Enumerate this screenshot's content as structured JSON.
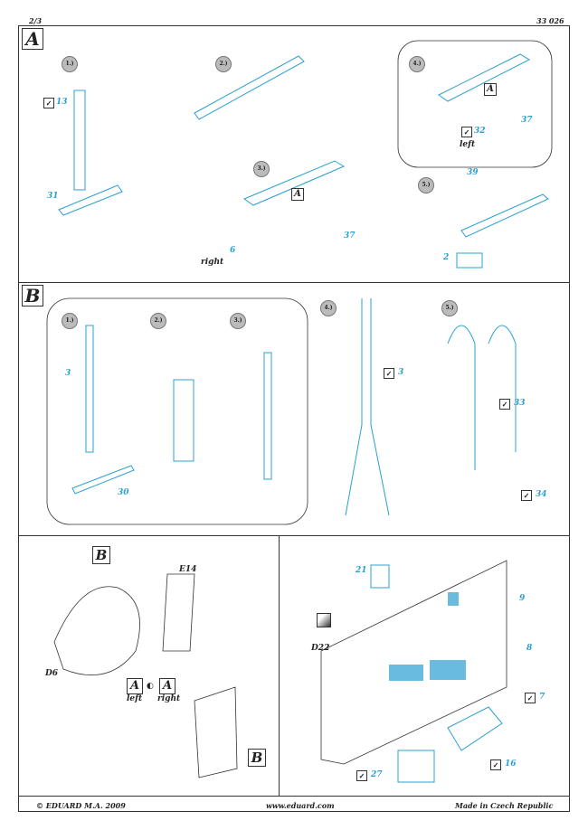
{
  "header": {
    "page": "2/3",
    "code": "33 026"
  },
  "sections": {
    "a": "A",
    "b": "B"
  },
  "section_a": {
    "steps": [
      "1.)",
      "2.)",
      "3.)",
      "4.)",
      "5.)"
    ],
    "parts": {
      "p13": "13",
      "p31": "31",
      "p6": "6",
      "right": "right",
      "p37a": "37",
      "ref_a1": "A",
      "ref_a2": "A",
      "p32": "32",
      "left": "left",
      "p37b": "37",
      "p39": "39",
      "p2": "2"
    }
  },
  "section_b": {
    "steps": [
      "1.)",
      "2.)",
      "3.)",
      "4.)",
      "5.)"
    ],
    "parts": {
      "p3a": "3",
      "p30": "30",
      "p3b": "3",
      "p33": "33",
      "p34": "34"
    }
  },
  "section_c": {
    "ref_b1": "B",
    "e14": "E14",
    "d6": "D6",
    "ref_a_left": "A",
    "ref_a_right": "A",
    "left": "left",
    "right": "right",
    "ref_b2": "B"
  },
  "section_d": {
    "p21": "21",
    "p9": "9",
    "d22": "D22",
    "p8": "8",
    "p7": "7",
    "p16": "16",
    "p27": "27"
  },
  "footer": {
    "copyright": "© EDUARD  M.A. 2009",
    "website": "www.eduard.com",
    "made_in": "Made in Czech Republic"
  },
  "colors": {
    "part": "#2aa0d0",
    "line": "#333333"
  }
}
